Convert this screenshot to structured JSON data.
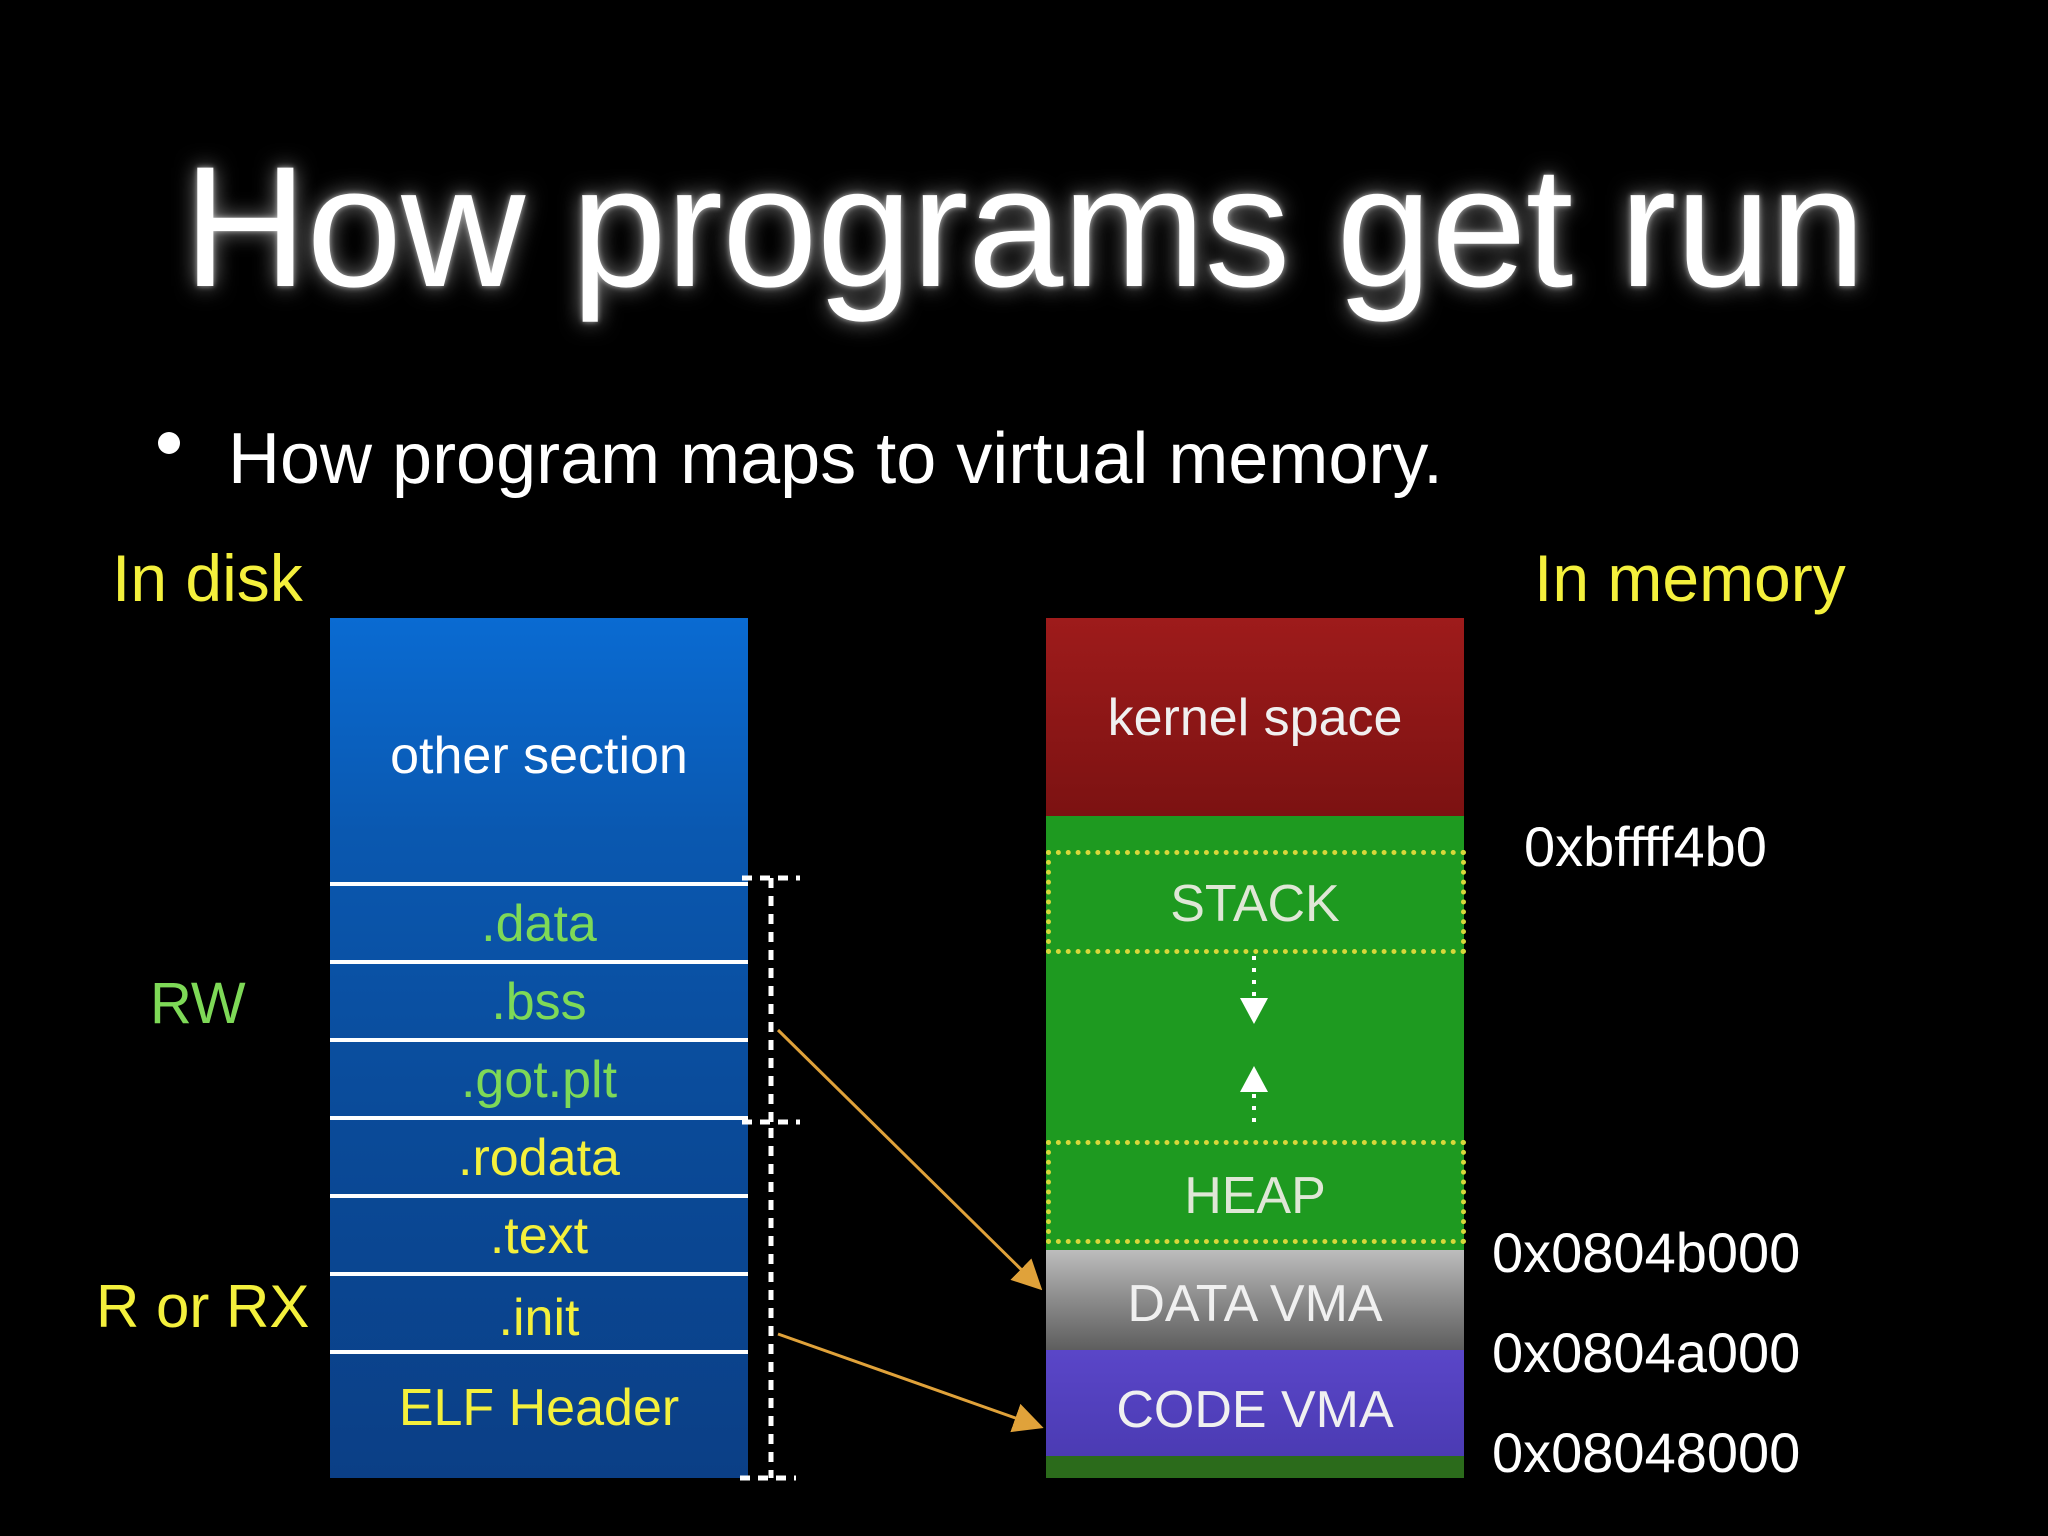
{
  "slide": {
    "title": "How programs get run",
    "bullet": "How program maps to virtual memory.",
    "label_disk": "In disk",
    "label_memory": "In memory",
    "label_rw": "RW",
    "label_rrx": "R or RX"
  },
  "disk_sections": {
    "other": "other section",
    "data": ".data",
    "bss": ".bss",
    "gotplt": ".got.plt",
    "rodata": ".rodata",
    "text": ".text",
    "init": ".init",
    "elf": "ELF Header"
  },
  "memory_regions": {
    "kernel": "kernel space",
    "stack": "STACK",
    "heap": "HEAP",
    "data_vma": "DATA VMA",
    "code_vma": "CODE VMA"
  },
  "addresses": {
    "stack_top": "0xbffff4b0",
    "data_start": "0x0804b000",
    "data_vma": "0x0804a000",
    "code_vma": "0x08048000"
  },
  "colors": {
    "accent_yellow": "#f4f03c",
    "accent_green": "#7ed957",
    "arrow": "#e0a23a"
  }
}
